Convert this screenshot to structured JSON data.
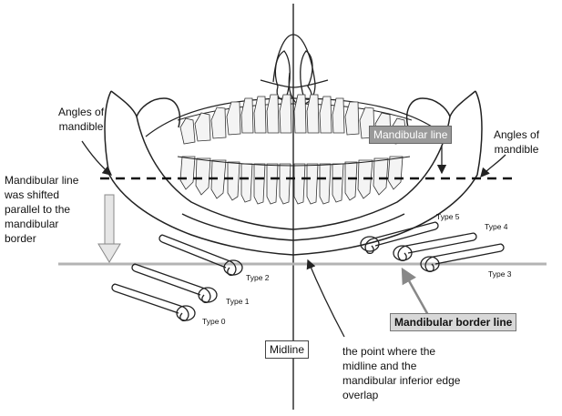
{
  "labels": {
    "angles_left": [
      "Angles of",
      "mandible"
    ],
    "angles_right": [
      "Angles of",
      "mandible"
    ],
    "mandibular_line": "Mandibular line",
    "shift_note": [
      "Mandibular line",
      "was shifted",
      "parallel to the",
      "mandibular",
      "border"
    ],
    "border_line": "Mandibular border line",
    "midline": "Midline",
    "overlap_note": [
      "the point where the",
      "midline and the",
      "mandibular inferior edge",
      "overlap"
    ]
  },
  "types": {
    "type0": "Type 0",
    "type1": "Type 1",
    "type2": "Type 2",
    "type3": "Type 3",
    "type4": "Type 4",
    "type5": "Type 5"
  },
  "colors": {
    "ink": "#111111",
    "border_line": "#b4b4b4",
    "arrow_grey": "#9a9a9a",
    "mandibular_box": "#9a9a9a",
    "border_box": "#d8d8d8"
  }
}
